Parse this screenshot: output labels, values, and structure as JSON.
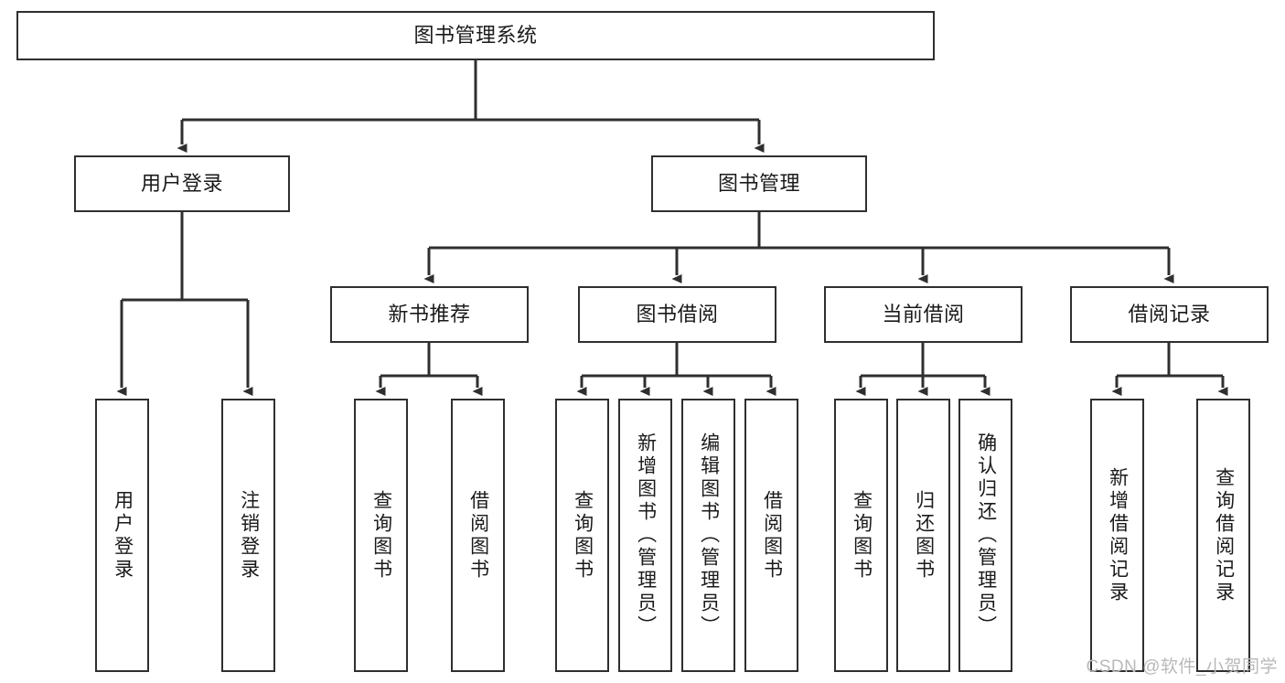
{
  "diagram": {
    "type": "tree-hierarchy",
    "orientation": "top-down",
    "root": {
      "id": "root",
      "label": "图书管理系统"
    },
    "level2": [
      {
        "id": "user-login",
        "label": "用户登录"
      },
      {
        "id": "book-manage",
        "label": "图书管理"
      }
    ],
    "level3": [
      {
        "id": "new-book-rec",
        "label": "新书推荐",
        "parent": "book-manage"
      },
      {
        "id": "book-borrow",
        "label": "图书借阅",
        "parent": "book-manage"
      },
      {
        "id": "current-borrow",
        "label": "当前借阅",
        "parent": "book-manage"
      },
      {
        "id": "borrow-record",
        "label": "借阅记录",
        "parent": "book-manage"
      }
    ],
    "leaves": [
      {
        "id": "leaf-user-login",
        "label": "用户登录",
        "parent": "user-login"
      },
      {
        "id": "leaf-logout",
        "label": "注销登录",
        "parent": "user-login"
      },
      {
        "id": "leaf-query-book-1",
        "label": "查询图书",
        "parent": "new-book-rec"
      },
      {
        "id": "leaf-borrow-book-1",
        "label": "借阅图书",
        "parent": "new-book-rec"
      },
      {
        "id": "leaf-query-book-2",
        "label": "查询图书",
        "parent": "book-borrow"
      },
      {
        "id": "leaf-add-book",
        "label": "新增图书（管理员）",
        "parent": "book-borrow"
      },
      {
        "id": "leaf-edit-book",
        "label": "编辑图书（管理员）",
        "parent": "book-borrow"
      },
      {
        "id": "leaf-borrow-book-2",
        "label": "借阅图书",
        "parent": "book-borrow"
      },
      {
        "id": "leaf-query-book-3",
        "label": "查询图书",
        "parent": "current-borrow"
      },
      {
        "id": "leaf-return-book",
        "label": "归还图书",
        "parent": "current-borrow"
      },
      {
        "id": "leaf-confirm-return",
        "label": "确认归还（管理员）",
        "parent": "current-borrow"
      },
      {
        "id": "leaf-add-record",
        "label": "新增借阅记录",
        "parent": "borrow-record"
      },
      {
        "id": "leaf-query-record",
        "label": "查询借阅记录",
        "parent": "borrow-record"
      }
    ],
    "colors": {
      "stroke": "#2f2f2f",
      "fill": "#ffffff",
      "text": "#1a1a1a",
      "watermark": "#b9b9b9"
    }
  },
  "watermark": {
    "text": "CSDN @软件_小贺同学"
  }
}
